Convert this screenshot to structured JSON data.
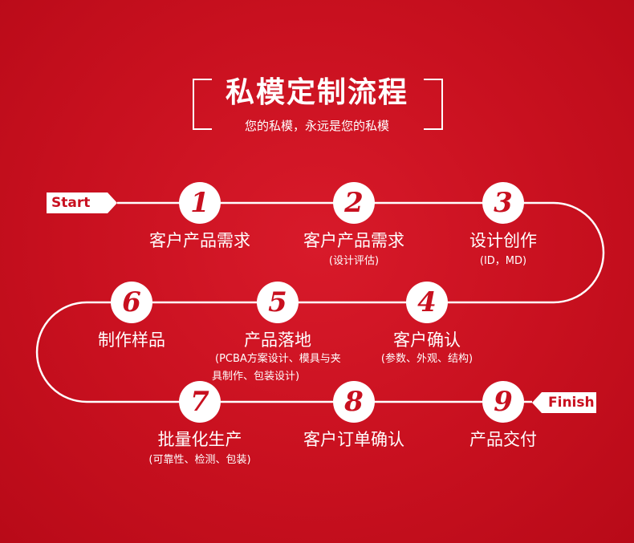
{
  "header": {
    "title": "私模定制流程",
    "subtitle": "您的私模，永远是您的私模"
  },
  "tags": {
    "start": "Start",
    "finish": "Finish"
  },
  "steps": [
    {
      "number": "1",
      "label": "客户产品需求",
      "note": ""
    },
    {
      "number": "2",
      "label": "客户产品需求",
      "note": "(设计评估)"
    },
    {
      "number": "3",
      "label": "设计创作",
      "note": "(ID，MD)"
    },
    {
      "number": "4",
      "label": "客户确认",
      "note": "(参数、外观、结构)"
    },
    {
      "number": "5",
      "label": "产品落地",
      "note": "(PCBA方案设计、模具与夹",
      "note2": "具制作、包装设计)"
    },
    {
      "number": "6",
      "label": "制作样品",
      "note": ""
    },
    {
      "number": "7",
      "label": "批量化生产",
      "note": "(可靠性、检测、包装)"
    },
    {
      "number": "8",
      "label": "客户订单确认",
      "note": ""
    },
    {
      "number": "9",
      "label": "产品交付",
      "note": ""
    }
  ],
  "colors": {
    "background": "#c8101f",
    "accent": "#ffffff"
  }
}
